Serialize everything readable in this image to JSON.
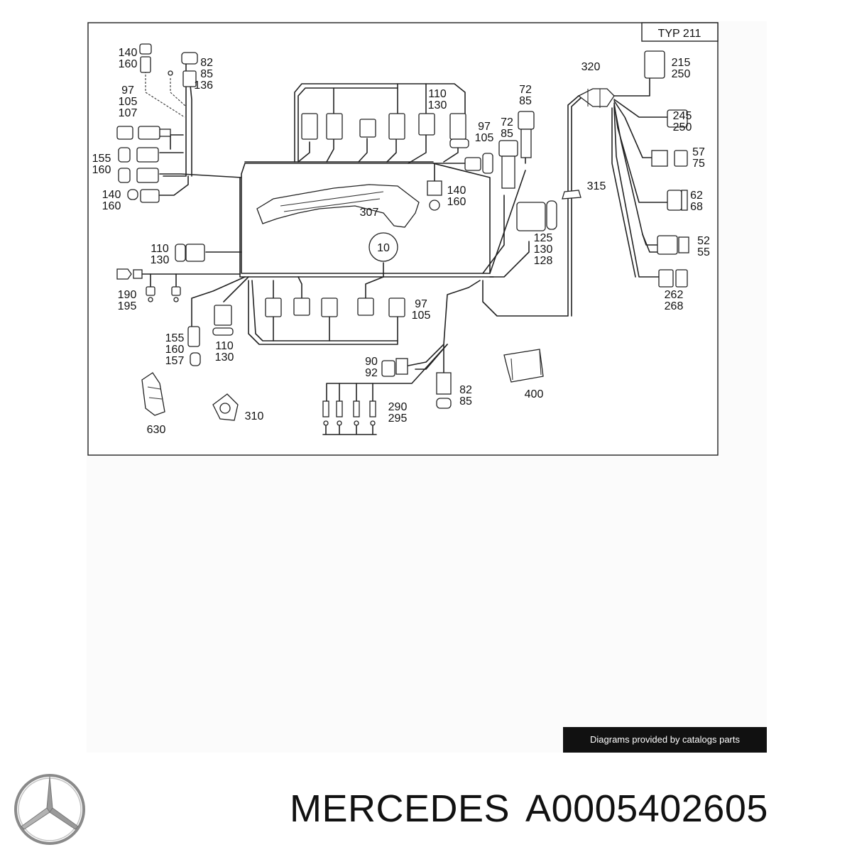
{
  "diagram": {
    "type_label": "TYP 211",
    "center_marker": "10",
    "labels": [
      {
        "id": "l140a",
        "text": [
          "140",
          "160"
        ]
      },
      {
        "id": "l82a",
        "text": [
          "82",
          "85",
          "136"
        ]
      },
      {
        "id": "l97a",
        "text": [
          "97",
          "105",
          "107"
        ]
      },
      {
        "id": "l155a",
        "text": [
          "155",
          "160"
        ]
      },
      {
        "id": "l140b",
        "text": [
          "140",
          "160"
        ]
      },
      {
        "id": "l110a",
        "text": [
          "110",
          "130"
        ]
      },
      {
        "id": "l97b",
        "text": [
          "97",
          "105"
        ]
      },
      {
        "id": "l72a",
        "text": [
          "72",
          "85"
        ]
      },
      {
        "id": "l72b",
        "text": [
          "72",
          "85"
        ]
      },
      {
        "id": "l320",
        "text": [
          "320"
        ]
      },
      {
        "id": "l215",
        "text": [
          "215",
          "250"
        ]
      },
      {
        "id": "l245",
        "text": [
          "245",
          "250"
        ]
      },
      {
        "id": "l57",
        "text": [
          "57",
          "75"
        ]
      },
      {
        "id": "l315",
        "text": [
          "315"
        ]
      },
      {
        "id": "l62",
        "text": [
          "62",
          "68"
        ]
      },
      {
        "id": "l140c",
        "text": [
          "140",
          "160"
        ]
      },
      {
        "id": "l307",
        "text": [
          "307"
        ]
      },
      {
        "id": "l125",
        "text": [
          "125",
          "130",
          "128"
        ]
      },
      {
        "id": "l52",
        "text": [
          "52",
          "55"
        ]
      },
      {
        "id": "l110b",
        "text": [
          "110",
          "130"
        ]
      },
      {
        "id": "l190",
        "text": [
          "190",
          "195"
        ]
      },
      {
        "id": "l262",
        "text": [
          "262",
          "268"
        ]
      },
      {
        "id": "l97c",
        "text": [
          "97",
          "105"
        ]
      },
      {
        "id": "l155b",
        "text": [
          "155",
          "160",
          "157"
        ]
      },
      {
        "id": "l110c",
        "text": [
          "110",
          "130"
        ]
      },
      {
        "id": "l90",
        "text": [
          "90",
          "92"
        ]
      },
      {
        "id": "l82b",
        "text": [
          "82",
          "85"
        ]
      },
      {
        "id": "l400",
        "text": [
          "400"
        ]
      },
      {
        "id": "l290",
        "text": [
          "290",
          "295"
        ]
      },
      {
        "id": "l630",
        "text": [
          "630"
        ]
      },
      {
        "id": "l310",
        "text": [
          "310"
        ]
      }
    ]
  },
  "credit": "Diagrams provided by catalogs parts",
  "footer": {
    "brand": "MERCEDES",
    "part_number": "A0005402605"
  },
  "colors": {
    "ink": "#111111",
    "credit_bg": "#111111",
    "credit_fg": "#ffffff",
    "logo": "#8a8a8a"
  },
  "icons": {
    "logo": "mercedes-star-logo"
  }
}
